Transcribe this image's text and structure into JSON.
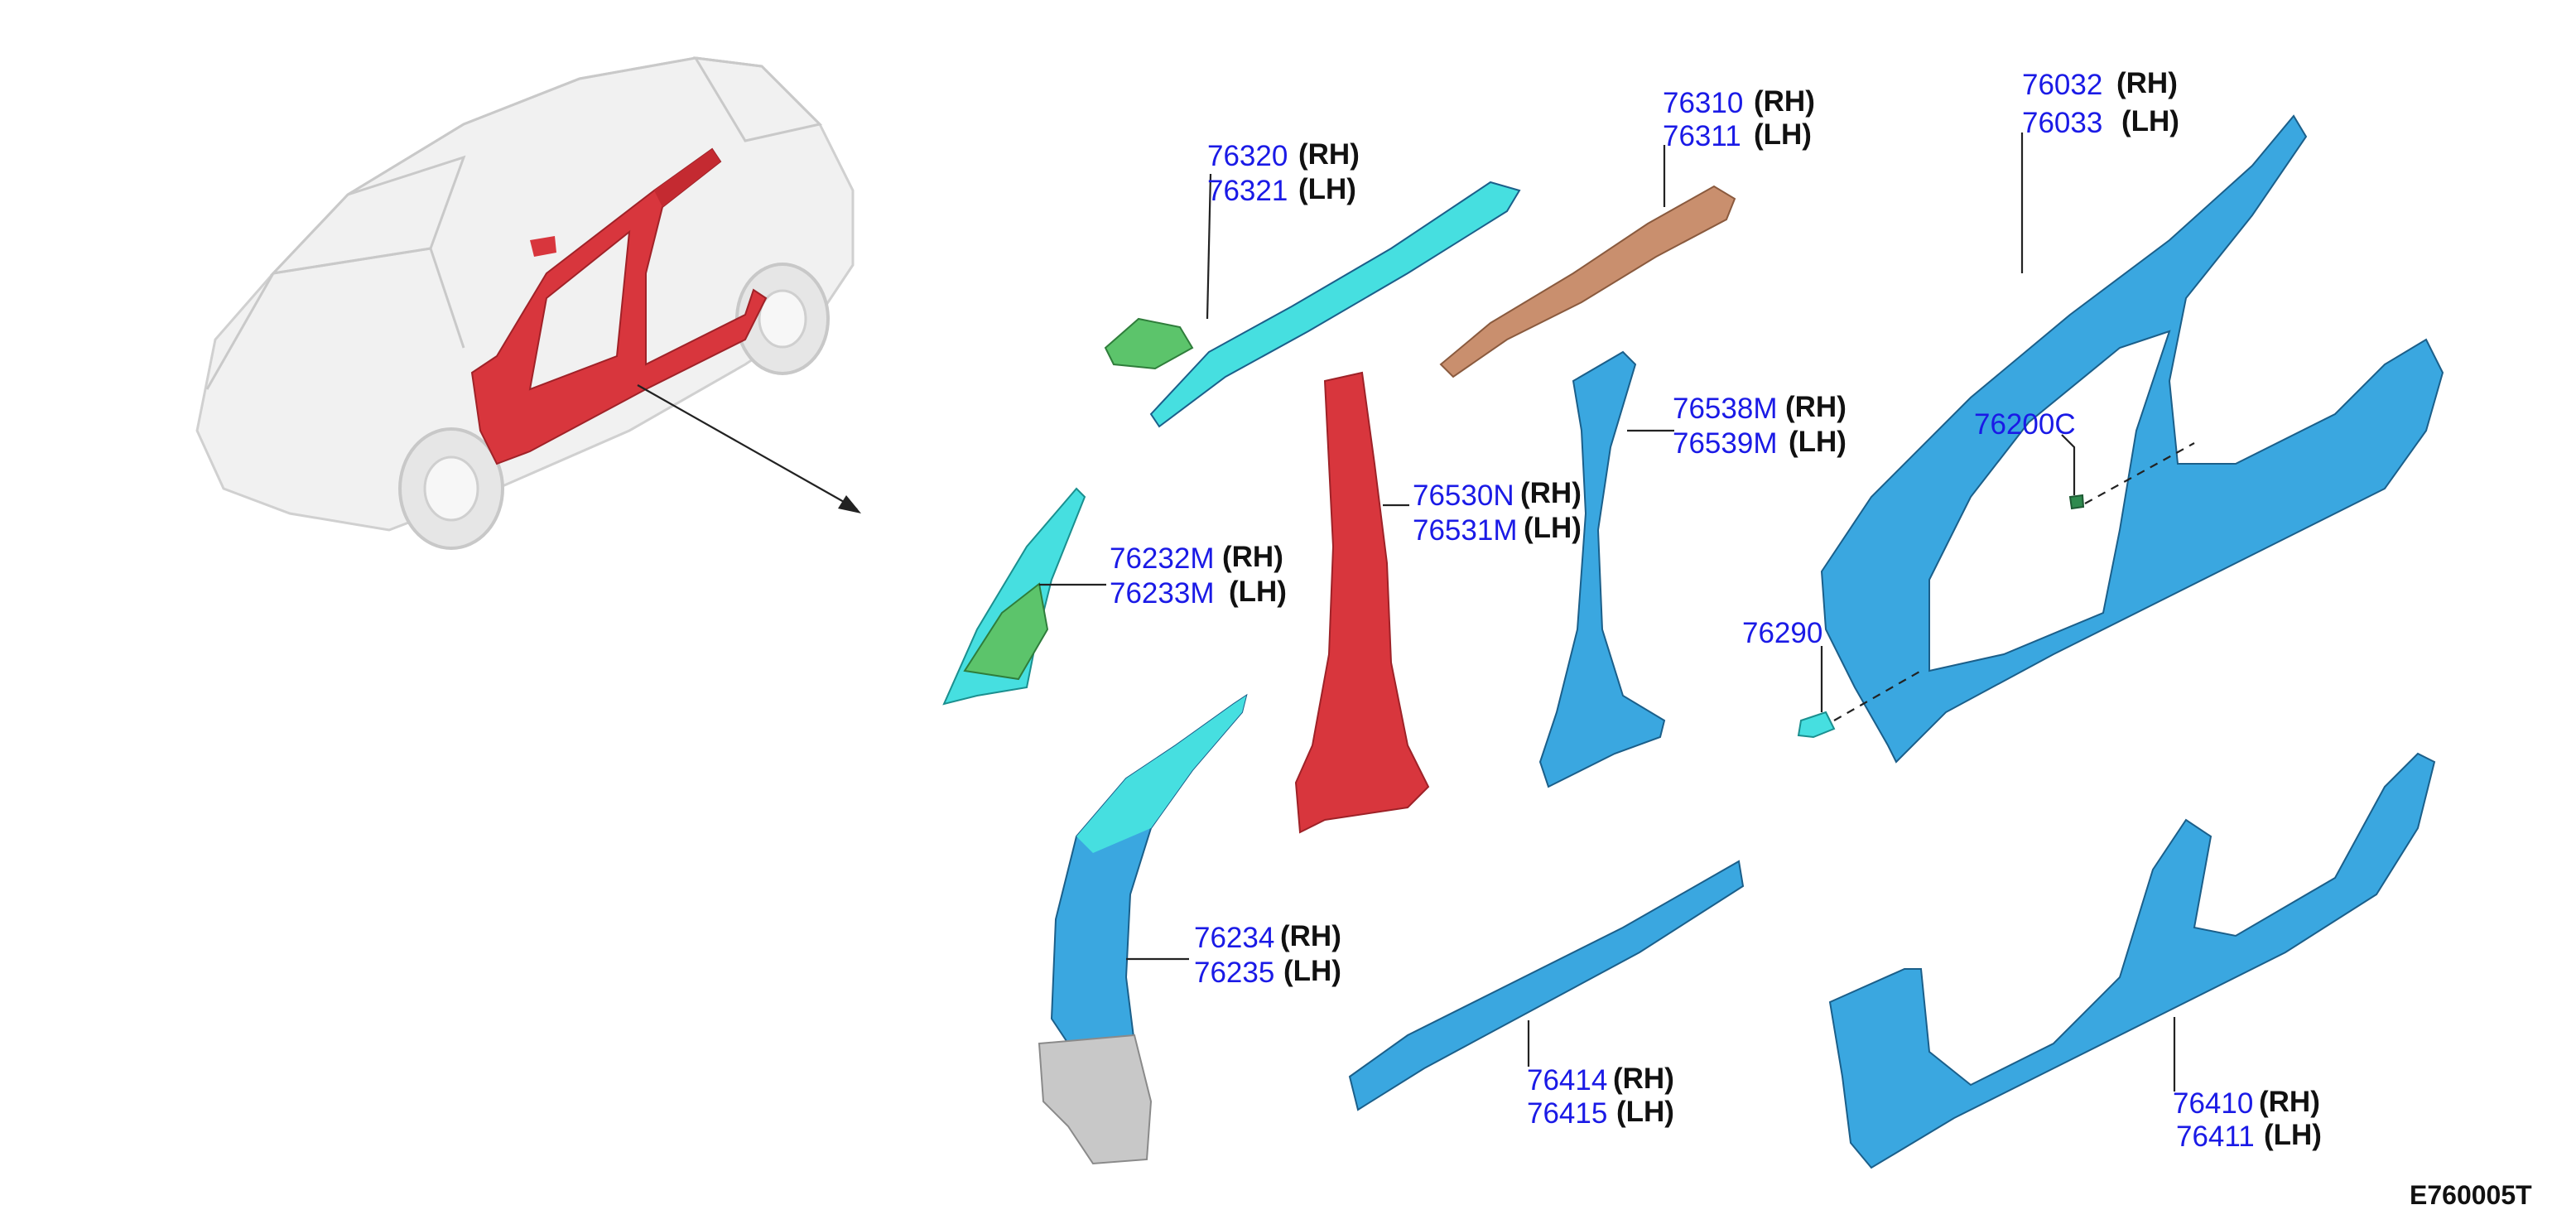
{
  "figure_code": "E760005T",
  "colors": {
    "part_number": "#1a1ae6",
    "side_label": "#111111",
    "blue_part": "#3aa7e0",
    "cyan_part": "#46dfe0",
    "red_part": "#d8363d",
    "brown_part": "#c98f6e",
    "green_part": "#5cc46b",
    "grey_part": "#c8c8c8",
    "car_body": "#efefef"
  },
  "callouts": [
    {
      "id": "roof-rail-outer",
      "rh": "76320",
      "lh": "76321",
      "rh_tag": "(RH)",
      "lh_tag": "(LH)"
    },
    {
      "id": "roof-rail-inner",
      "rh": "76310",
      "lh": "76311",
      "rh_tag": "(RH)",
      "lh_tag": "(LH)"
    },
    {
      "id": "body-side-outer",
      "rh": "76032",
      "lh": "76033",
      "rh_tag": "(RH)",
      "lh_tag": "(LH)"
    },
    {
      "id": "b-pillar-reinf",
      "rh": "76538M",
      "lh": "76539M",
      "rh_tag": "(RH)",
      "lh_tag": "(LH)"
    },
    {
      "id": "b-pillar-inner",
      "rh": "76530N",
      "lh": "76531M",
      "rh_tag": "(RH)",
      "lh_tag": "(LH)"
    },
    {
      "id": "a-pillar-upper",
      "rh": "76232M",
      "lh": "76233M",
      "rh_tag": "(RH)",
      "lh_tag": "(LH)"
    },
    {
      "id": "a-pillar-lower",
      "rh": "76234",
      "lh": "76235",
      "rh_tag": "(RH)",
      "lh_tag": "(LH)"
    },
    {
      "id": "sill-inner",
      "rh": "76414",
      "lh": "76415",
      "rh_tag": "(RH)",
      "lh_tag": "(LH)"
    },
    {
      "id": "sill-outer",
      "rh": "76410",
      "lh": "76411",
      "rh_tag": "(RH)",
      "lh_tag": "(LH)"
    }
  ],
  "single_callouts": [
    {
      "id": "clip-upper",
      "number": "76200C"
    },
    {
      "id": "bracket-lower",
      "number": "76290"
    }
  ]
}
